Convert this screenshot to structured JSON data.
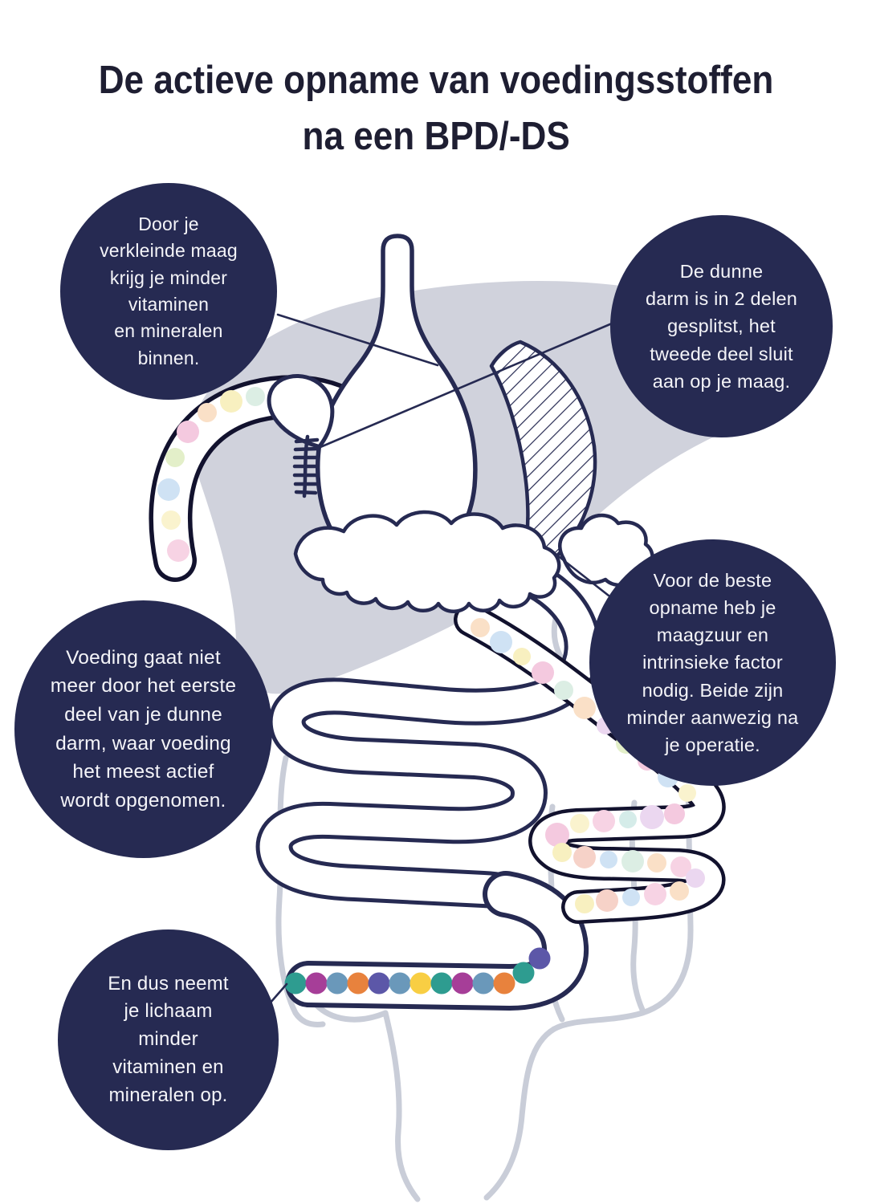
{
  "title": {
    "line1": "De actieve opname van voedingsstoffen",
    "line2": "na een BPD/-DS"
  },
  "bubbles": {
    "verkleinde_maag": {
      "lines": [
        "Door je",
        "verkleinde maag",
        "krijg je minder",
        "vitaminen",
        "en mineralen",
        "binnen."
      ]
    },
    "dunne_darm_gesplitst": {
      "lines": [
        "De dunne",
        "darm is in 2 delen",
        "gesplitst, het",
        "tweede deel sluit",
        "aan op je maag."
      ]
    },
    "voeding_eerste_deel": {
      "lines": [
        "Voeding gaat niet",
        "meer door het eerste",
        "deel van je dunne",
        "darm, waar voeding",
        "het meest actief",
        "wordt opgenomen."
      ]
    },
    "maagzuur_intrinsieke_factor": {
      "lines": [
        "Voor de beste",
        "opname heb je",
        "maagzuur en",
        "intrinsieke factor",
        "nodig. Beide zijn",
        "minder aanwezig na",
        "je operatie."
      ]
    },
    "minder_opname": {
      "lines": [
        "En dus neemt",
        "je lichaam",
        "minder",
        "vitaminen en",
        "mineralen op."
      ]
    }
  },
  "palette": {
    "navy": "#262a52",
    "ink": "#1e1e32",
    "black_outline": "#12122e",
    "organ_grey": "#d0d2dc",
    "colon_grey": "#c9cdd8",
    "bubble_text": "#f4f4f8",
    "teal": "#2e9c90",
    "magenta": "#a63e98",
    "blue": "#6a98ba",
    "orange": "#e8823d",
    "indigo": "#5c57a8",
    "yellow": "#f8ce43",
    "pink": "#f7d3e4",
    "rose": "#f4c9df",
    "peach": "#fae0c7",
    "cream": "#faf3ce",
    "lightyellow": "#f8f0c0",
    "lightgreen": "#e3efc9",
    "mint": "#dceee4",
    "lightblue": "#cfe2f4",
    "lilac": "#ebd7f0",
    "salmon": "#f6d2c8",
    "paleteal": "#d5ece9"
  },
  "illustration": {
    "duodenum_dots": [
      [
        222,
        686,
        14,
        "pink"
      ],
      [
        213,
        648,
        12,
        "cream"
      ],
      [
        210,
        610,
        14,
        "lightblue"
      ],
      [
        218,
        570,
        12,
        "lightgreen"
      ],
      [
        234,
        538,
        14,
        "rose"
      ],
      [
        258,
        514,
        12,
        "peach"
      ],
      [
        288,
        500,
        14,
        "lightyellow"
      ],
      [
        318,
        494,
        12,
        "mint"
      ]
    ],
    "bp_limb_dots": [
      [
        598,
        782,
        12,
        "peach"
      ],
      [
        624,
        800,
        14,
        "lightblue"
      ],
      [
        650,
        818,
        11,
        "lightyellow"
      ],
      [
        676,
        838,
        14,
        "rose"
      ],
      [
        702,
        860,
        12,
        "mint"
      ],
      [
        728,
        882,
        14,
        "peach"
      ],
      [
        754,
        904,
        11,
        "lilac"
      ],
      [
        780,
        926,
        13,
        "lightgreen"
      ],
      [
        806,
        948,
        12,
        "rose"
      ],
      [
        832,
        968,
        13,
        "lightblue"
      ],
      [
        856,
        988,
        11,
        "cream"
      ],
      [
        840,
        1014,
        13,
        "rose"
      ],
      [
        812,
        1018,
        15,
        "lilac"
      ],
      [
        782,
        1021,
        11,
        "paleteal"
      ],
      [
        752,
        1023,
        14,
        "pink"
      ],
      [
        722,
        1026,
        12,
        "cream"
      ],
      [
        694,
        1040,
        15,
        "rose"
      ],
      [
        700,
        1062,
        12,
        "lightyellow"
      ],
      [
        728,
        1068,
        14,
        "salmon"
      ],
      [
        758,
        1071,
        11,
        "lightblue"
      ],
      [
        788,
        1073,
        14,
        "mint"
      ],
      [
        818,
        1075,
        12,
        "peach"
      ],
      [
        848,
        1080,
        13,
        "pink"
      ],
      [
        866,
        1094,
        12,
        "lilac"
      ],
      [
        846,
        1110,
        12,
        "peach"
      ],
      [
        816,
        1114,
        14,
        "pink"
      ],
      [
        786,
        1118,
        11,
        "lightblue"
      ],
      [
        756,
        1122,
        14,
        "salmon"
      ],
      [
        728,
        1126,
        12,
        "lightyellow"
      ]
    ],
    "common_channel_dots": [
      [
        368,
        1225,
        13.5,
        "teal"
      ],
      [
        394,
        1225,
        13.5,
        "magenta"
      ],
      [
        420,
        1225,
        13.5,
        "blue"
      ],
      [
        446,
        1225,
        13.5,
        "orange"
      ],
      [
        472,
        1225,
        13.5,
        "indigo"
      ],
      [
        498,
        1225,
        13.5,
        "blue"
      ],
      [
        524,
        1225,
        13.5,
        "yellow"
      ],
      [
        550,
        1225,
        13.5,
        "teal"
      ],
      [
        576,
        1225,
        13.5,
        "magenta"
      ],
      [
        602,
        1225,
        13.5,
        "blue"
      ],
      [
        628,
        1225,
        13.5,
        "orange"
      ],
      [
        652,
        1212,
        13.5,
        "teal"
      ],
      [
        672,
        1194,
        13.5,
        "indigo"
      ]
    ]
  }
}
